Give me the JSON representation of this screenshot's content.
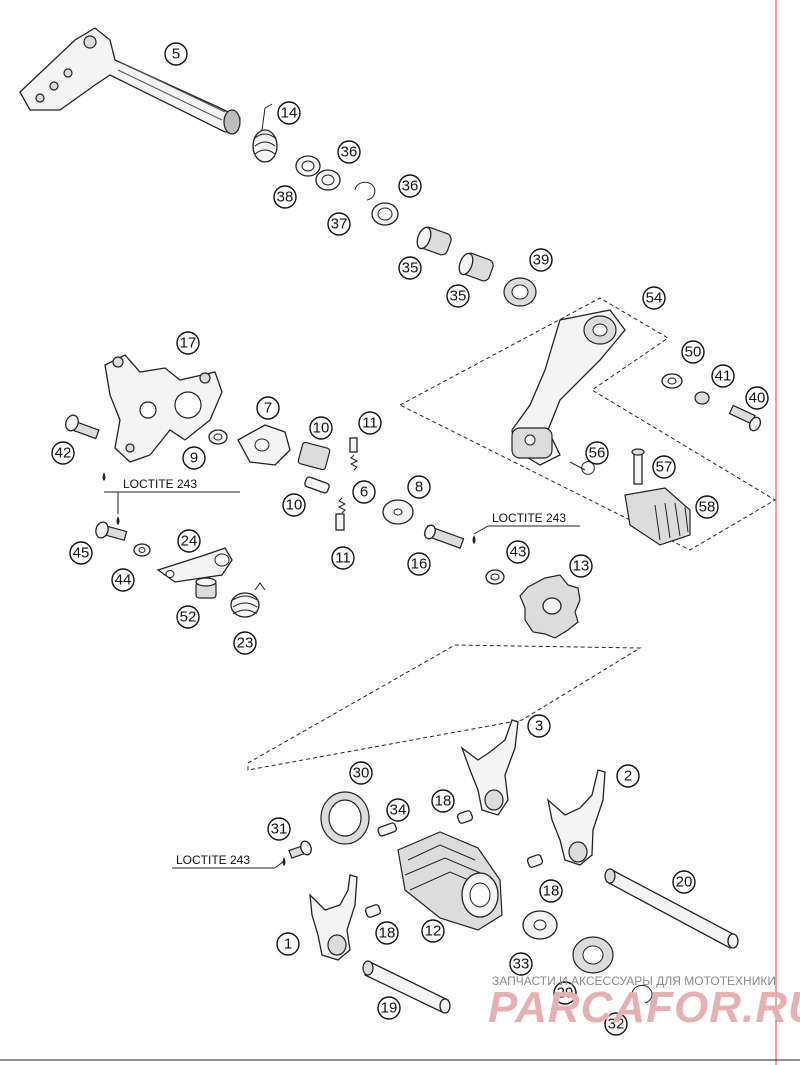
{
  "diagram": {
    "loctite_label": "LOCTITE 243",
    "callouts": [
      "1",
      "2",
      "3",
      "5",
      "6",
      "7",
      "8",
      "9",
      "10",
      "10",
      "11",
      "11",
      "12",
      "13",
      "14",
      "16",
      "17",
      "18",
      "18",
      "18",
      "19",
      "20",
      "23",
      "24",
      "29",
      "30",
      "31",
      "32",
      "33",
      "34",
      "35",
      "35",
      "36",
      "36",
      "37",
      "38",
      "39",
      "40",
      "41",
      "42",
      "43",
      "44",
      "45",
      "50",
      "52",
      "54",
      "56",
      "57",
      "58"
    ]
  },
  "watermark": {
    "tagline": "ЗАПЧАСТИ И АКСЕССУАРЫ ДЛЯ МОТОТЕХНИКИ",
    "site": "PARCAFOR.RU"
  }
}
